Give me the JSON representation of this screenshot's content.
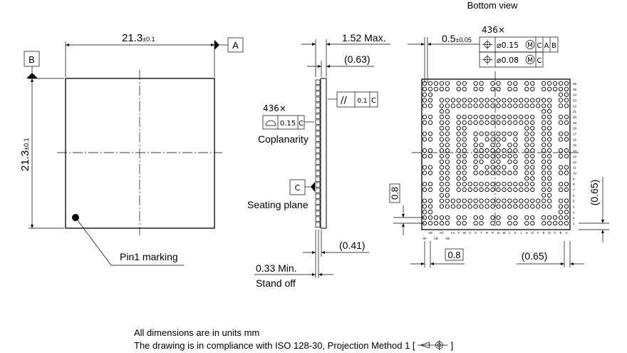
{
  "top_view": {
    "width_dim": "21.3",
    "width_tol": "±0.1",
    "height_dim": "21.3",
    "height_tol": "±0.1",
    "datum_a": "A",
    "datum_b": "B",
    "pin1_label": "Pin1 marking"
  },
  "side_view": {
    "height_max": "1.52 Max.",
    "substrate": "(0.63)",
    "ball_height": "(0.41)",
    "standoff_value": "0.33 Min.",
    "standoff_label": "Stand off",
    "parallelism": {
      "symbol": "//",
      "tol": "0.1",
      "datum": "C"
    },
    "coplanarity_count": "436×",
    "coplanarity": {
      "tol": "0.15",
      "datum": "C"
    },
    "coplanarity_label": "Coplanarity",
    "datum_c": "C",
    "seating_label": "Seating plane"
  },
  "bottom_view": {
    "title": "Bottom view",
    "ball_count": "436×",
    "ball_dia": "0.5",
    "ball_dia_tol": "±0.05",
    "fcf1": {
      "tol": "⌀0.15",
      "mod": "M",
      "datums": [
        "C",
        "A",
        "B"
      ]
    },
    "fcf2": {
      "tol": "⌀0.08",
      "mod": "M",
      "datums": [
        "C"
      ]
    },
    "pitch_v": "0.8",
    "edge_v": "(0.65)",
    "pitch_h": "0.8",
    "edge_h": "(0.65)",
    "row_labels": [
      "26",
      "25",
      "24",
      "23",
      "22",
      "21",
      "20",
      "19",
      "18",
      "17",
      "16",
      "15",
      "14",
      "13",
      "12",
      "11",
      "10",
      "9",
      "8",
      "7",
      "6",
      "5",
      "4",
      "3",
      "2",
      "1"
    ],
    "col_labels": [
      "AF",
      "AE",
      "AD",
      "AC",
      "AB",
      "AA",
      "Y",
      "W",
      "V",
      "U",
      "T",
      "R",
      "P",
      "N",
      "M",
      "L",
      "K",
      "J",
      "H",
      "G",
      "F",
      "E",
      "D",
      "C",
      "B",
      "A"
    ],
    "ball_map": [
      "11111011011011011011011111",
      "11111011011011011011011111",
      "11000000000000000000000011",
      "11011111111111111111111011",
      "11011111111111111111111011",
      "00011000000000000000011000",
      "11011011111111111111011011",
      "11011011111111111111011011",
      "00011011000000000011011000",
      "11011011011111111011011011",
      "11011011010111101011011011",
      "00011011011011011011011000",
      "11011011011111111011011011",
      "11011011011111111011011011",
      "00011011011011011011011000",
      "11011011010111101011011011",
      "11011011011111111011011011",
      "00011011000000000011011000",
      "11011011111111111111011011",
      "11011011111111111111011011",
      "00011000000000000000011000",
      "11011111111111111111111011",
      "11011111111111111111111011",
      "11000000000000000000000011",
      "11111011011011011011011111",
      "11111011011011011011011111"
    ]
  },
  "notes": {
    "line1": "All dimensions are in units mm",
    "line2": "The drawing is in compliance with ISO 128-30, Projection Method 1 [",
    "line2_end": "]"
  }
}
